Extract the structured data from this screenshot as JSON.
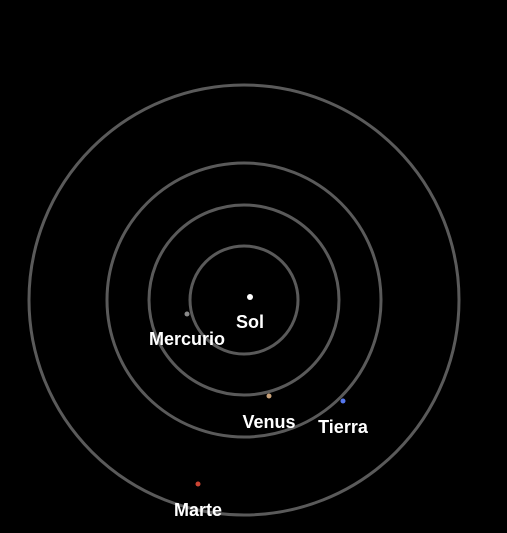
{
  "sun": {
    "label": "Sol",
    "color": "#ffffff"
  },
  "planets": [
    {
      "label": "Mercurio",
      "color": "#8a8a8a"
    },
    {
      "label": "Venus",
      "color": "#c9a27a"
    },
    {
      "label": "Tierra",
      "color": "#5577ee"
    },
    {
      "label": "Marte",
      "color": "#cc4433"
    }
  ],
  "colors": {
    "background": "#000000",
    "orbit": "#5a5a5a",
    "label": "#ffffff"
  }
}
